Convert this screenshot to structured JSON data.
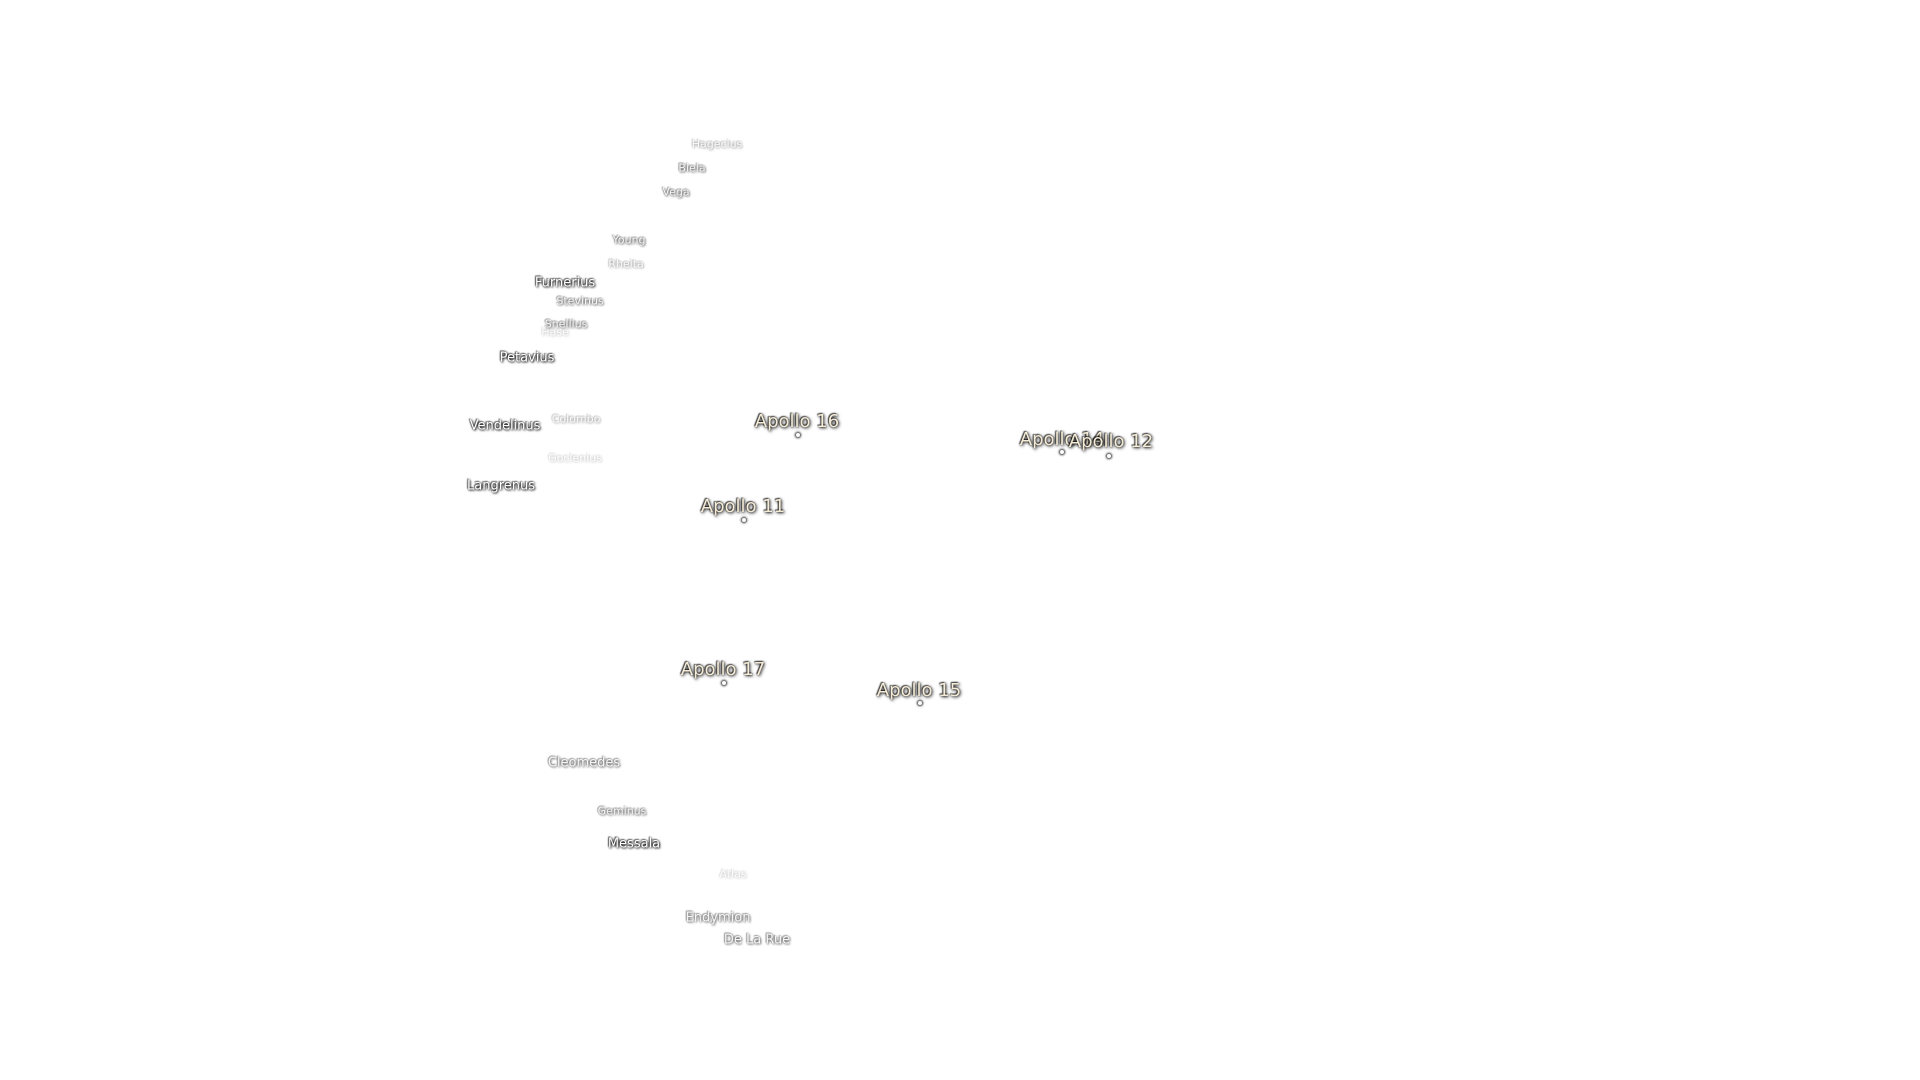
{
  "craters": [
    {
      "name": "Hagecius",
      "style": "faint"
    },
    {
      "name": "Biela",
      "style": "dim"
    },
    {
      "name": "Vega",
      "style": "dim"
    },
    {
      "name": "Young",
      "style": "dim"
    },
    {
      "name": "Rheita",
      "style": "faint"
    },
    {
      "name": "Furnerius",
      "style": "normal"
    },
    {
      "name": "Stevinus",
      "style": "dim"
    },
    {
      "name": "Snellius",
      "style": "dim"
    },
    {
      "name": "Hase",
      "style": "ghost"
    },
    {
      "name": "Petavius",
      "style": "normal"
    },
    {
      "name": "Colombo",
      "style": "faint"
    },
    {
      "name": "Vendelinus",
      "style": "normal"
    },
    {
      "name": "Goclenius",
      "style": "ghost"
    },
    {
      "name": "Langrenus",
      "style": "normal"
    },
    {
      "name": "Cleomedes",
      "style": "dim"
    },
    {
      "name": "Geminus",
      "style": "dim"
    },
    {
      "name": "Messala",
      "style": "normal"
    },
    {
      "name": "Atlas",
      "style": "ghost"
    },
    {
      "name": "Endymion",
      "style": "dim"
    },
    {
      "name": "De La Rue",
      "style": "dim"
    }
  ],
  "landing_sites": [
    {
      "name": "Apollo 16"
    },
    {
      "name": "Apollo 14"
    },
    {
      "name": "Apollo 12"
    },
    {
      "name": "Apollo 11"
    },
    {
      "name": "Apollo 17"
    },
    {
      "name": "Apollo 15"
    }
  ]
}
